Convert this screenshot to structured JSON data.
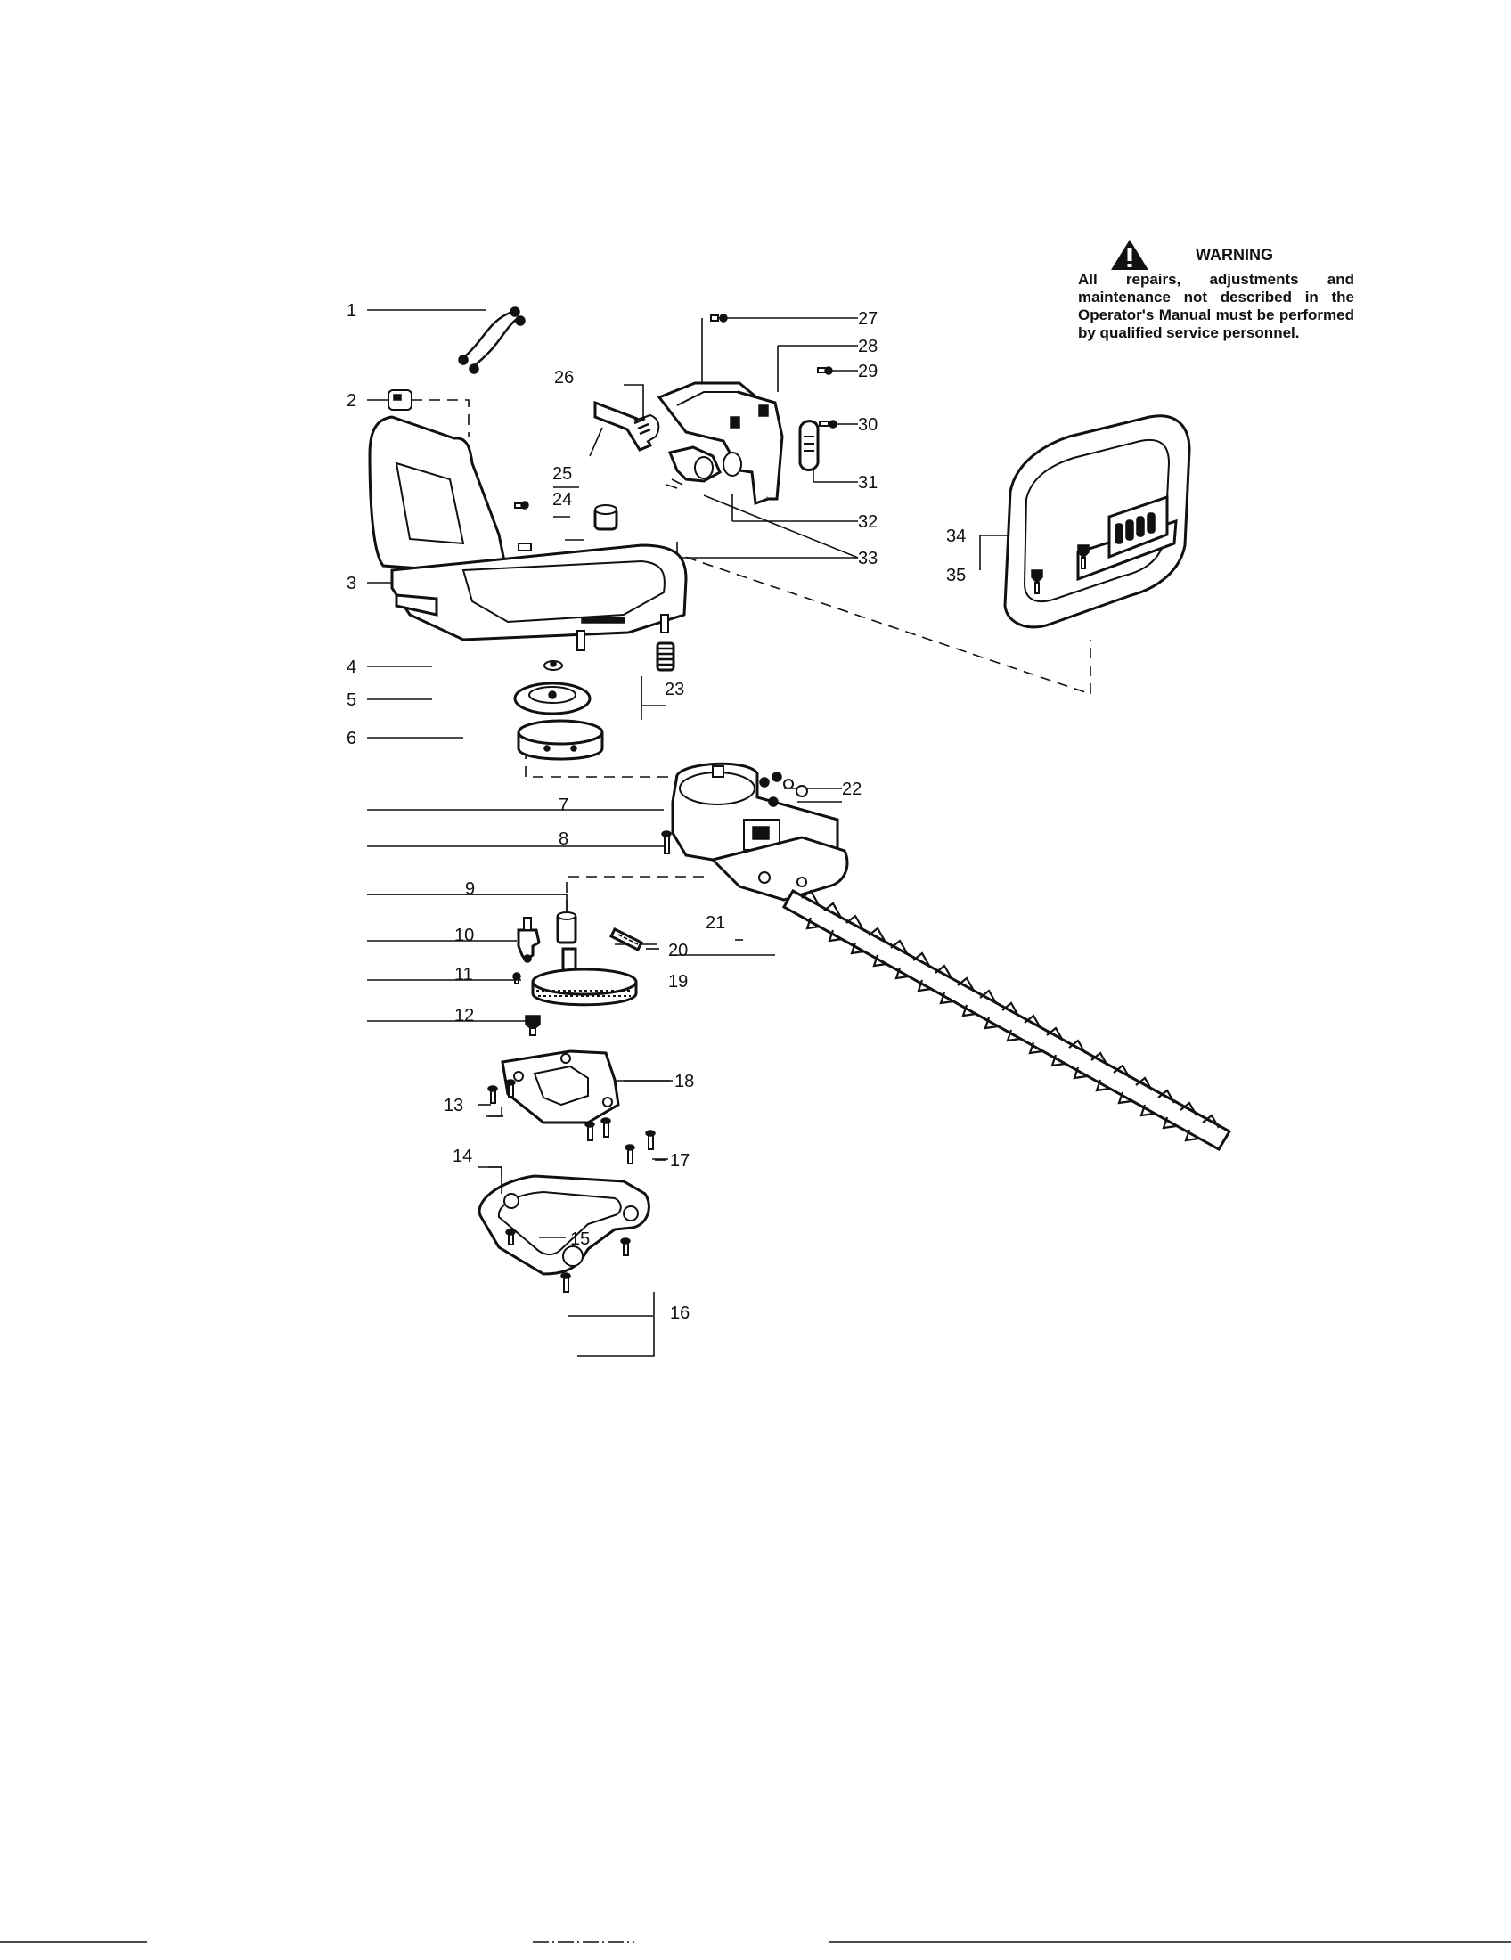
{
  "warning": {
    "title": "WARNING",
    "text": "All repairs, adjustments and maintenance not described in the Operator's Manual must be performed by qualified service personnel."
  },
  "callouts": [
    "1",
    "2",
    "3",
    "4",
    "5",
    "6",
    "7",
    "8",
    "9",
    "10",
    "11",
    "12",
    "13",
    "14",
    "15",
    "16",
    "17",
    "18",
    "19",
    "20",
    "21",
    "22",
    "23",
    "24",
    "25",
    "26",
    "27",
    "28",
    "29",
    "30",
    "31",
    "32",
    "33",
    "34",
    "35"
  ]
}
